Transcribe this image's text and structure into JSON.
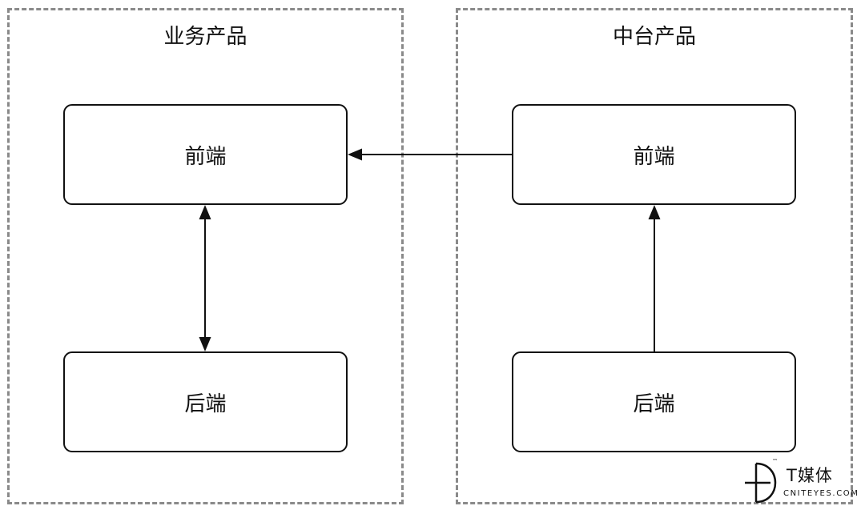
{
  "groups": {
    "business": {
      "title": "业务产品",
      "frontend_label": "前端",
      "backend_label": "后端"
    },
    "platform": {
      "title": "中台产品",
      "frontend_label": "前端",
      "backend_label": "后端"
    }
  },
  "logo": {
    "brand": "T媒体",
    "sub": "CNITEYES.COM",
    "trademark": "™"
  }
}
